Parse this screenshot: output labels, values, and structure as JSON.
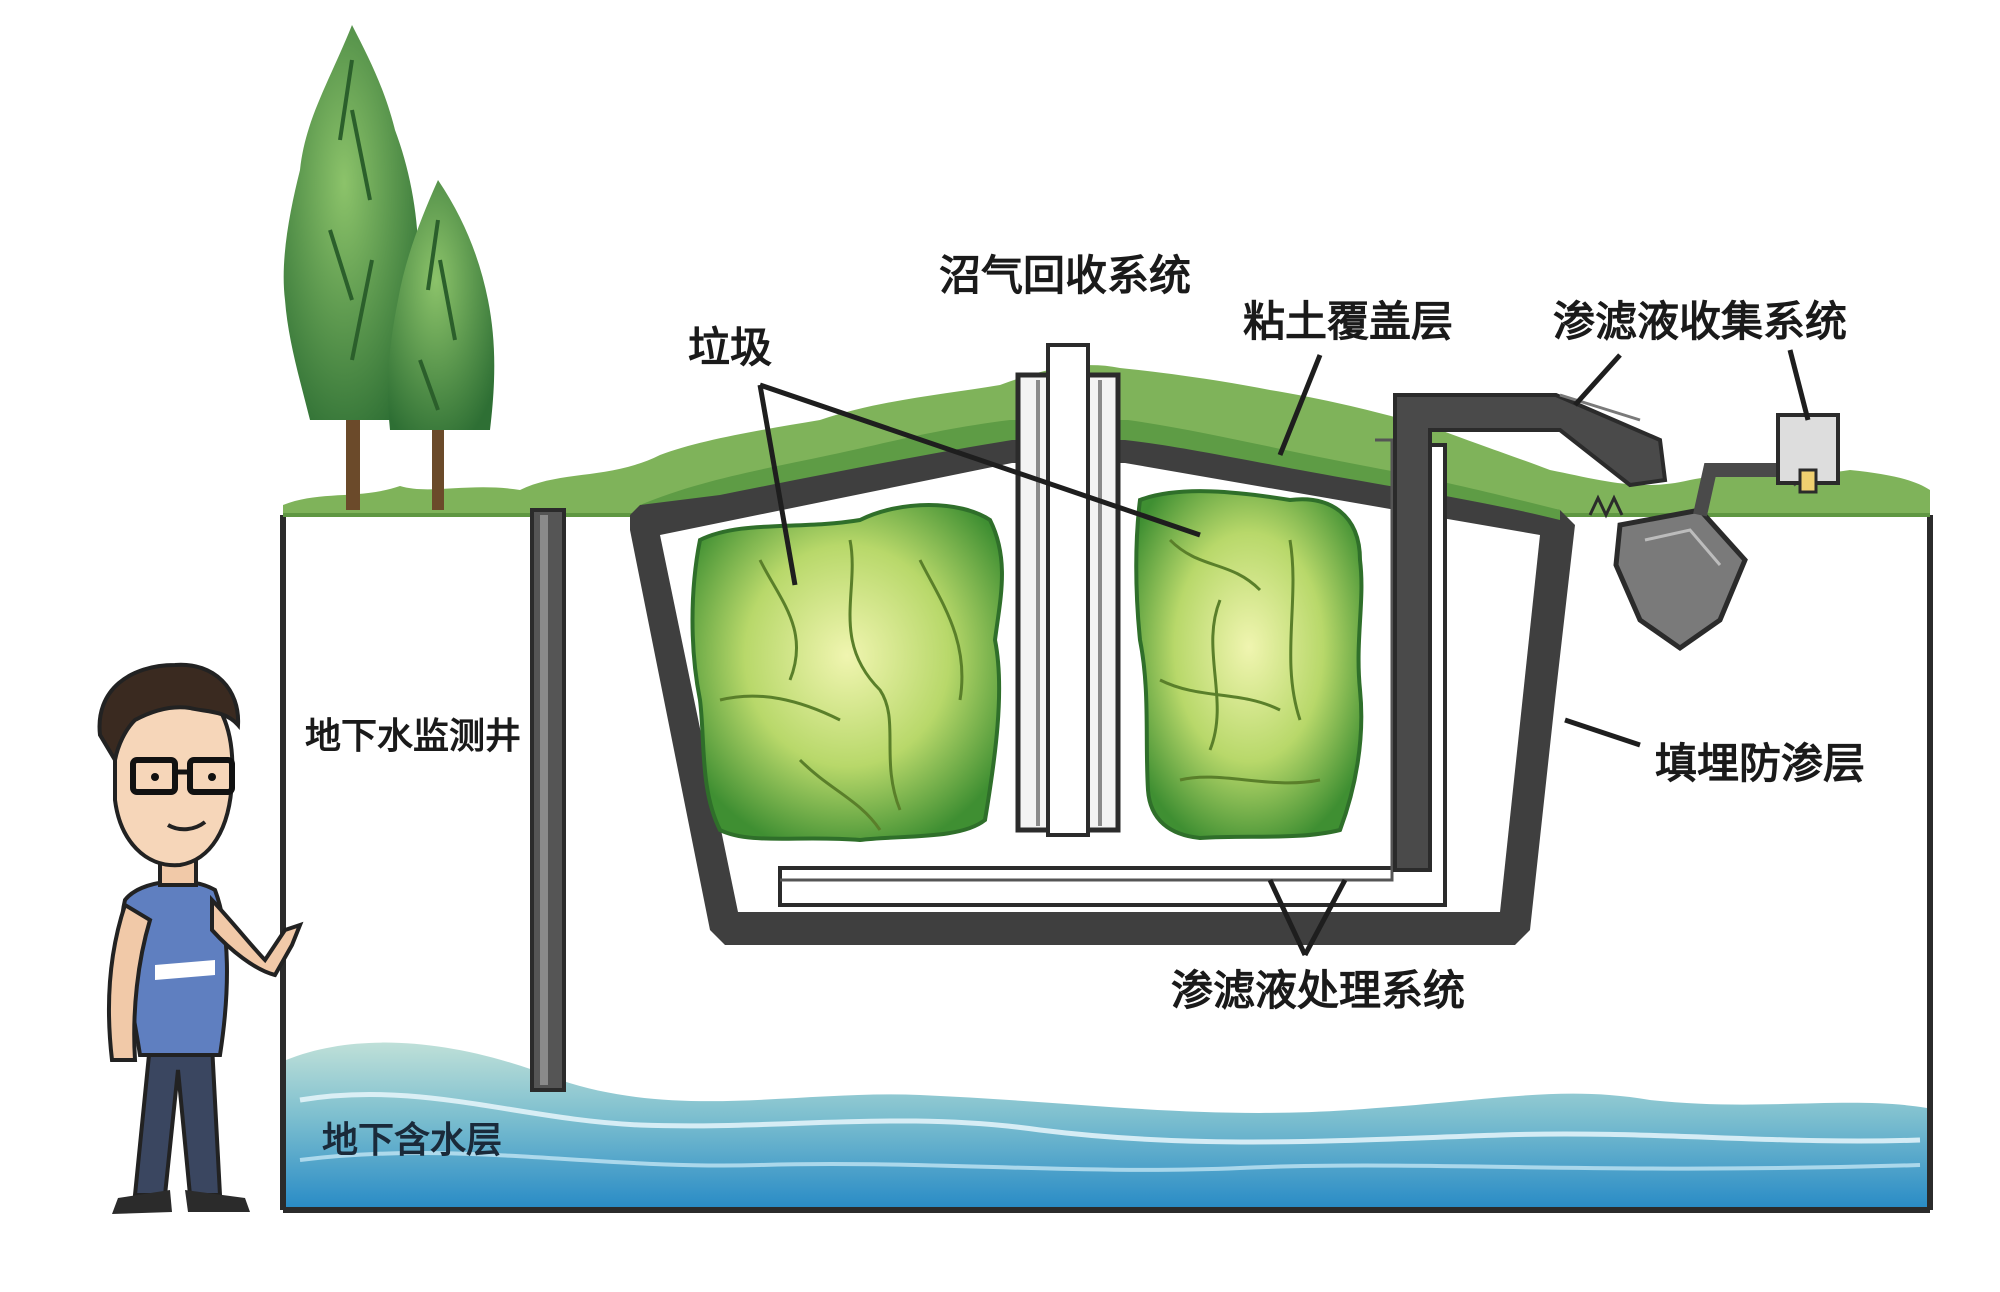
{
  "labels": {
    "biogas": "沼气回收系统",
    "garbage": "垃圾",
    "clay_cover": "粘土覆盖层",
    "leachate_collection": "渗滤液收集系统",
    "monitoring_well": "地下水监测井",
    "anti_seepage": "填埋防渗层",
    "leachate_treatment": "渗滤液处理系统",
    "aquifer": "地下含水层"
  },
  "colors": {
    "outline": "#2b2b2b",
    "liner": "#4a4a4a",
    "grass": "#4e8f3a",
    "tree": "#3f8a3f",
    "garbage_light": "#d9e98a",
    "garbage_dark": "#4f9e3a",
    "water": "#6fb4d6",
    "water_deep": "#2f8fc4",
    "shirt": "#5f7fc0",
    "pants": "#3a4660"
  },
  "icons": [
    "tree-icon",
    "person-icon",
    "pipe-icon",
    "tank-icon"
  ]
}
